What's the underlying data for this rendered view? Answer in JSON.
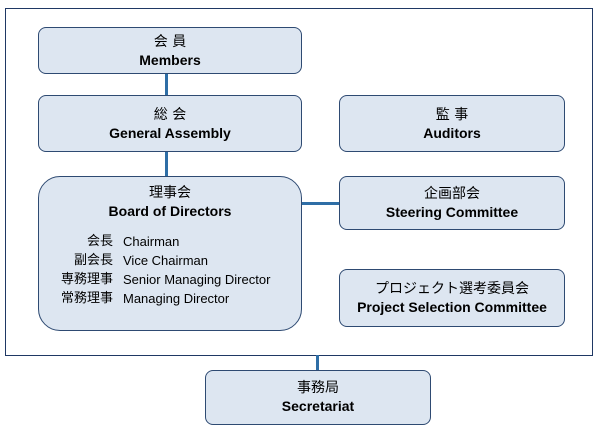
{
  "members": {
    "jp": "会 員",
    "en": "Members"
  },
  "general_assembly": {
    "jp": "総 会",
    "en": "General Assembly"
  },
  "auditors": {
    "jp": "監 事",
    "en": "Auditors"
  },
  "board": {
    "jp": "理事会",
    "en": "Board of Directors",
    "roles": [
      {
        "jp": "会長",
        "en": "Chairman"
      },
      {
        "jp": "副会長",
        "en": "Vice Chairman"
      },
      {
        "jp": "専務理事",
        "en": "Senior Managing Director"
      },
      {
        "jp": "常務理事",
        "en": "Managing Director"
      }
    ]
  },
  "steering": {
    "jp": "企画部会",
    "en": "Steering Committee"
  },
  "project_selection": {
    "jp": "プロジェクト選考委員会",
    "en": "Project Selection Committee"
  },
  "secretariat": {
    "jp": "事務局",
    "en": "Secretariat"
  },
  "colors": {
    "box_fill": "#dde6f1",
    "box_border": "#2e4a72",
    "connector": "#2e6ea6",
    "frame": "#1f3864"
  }
}
